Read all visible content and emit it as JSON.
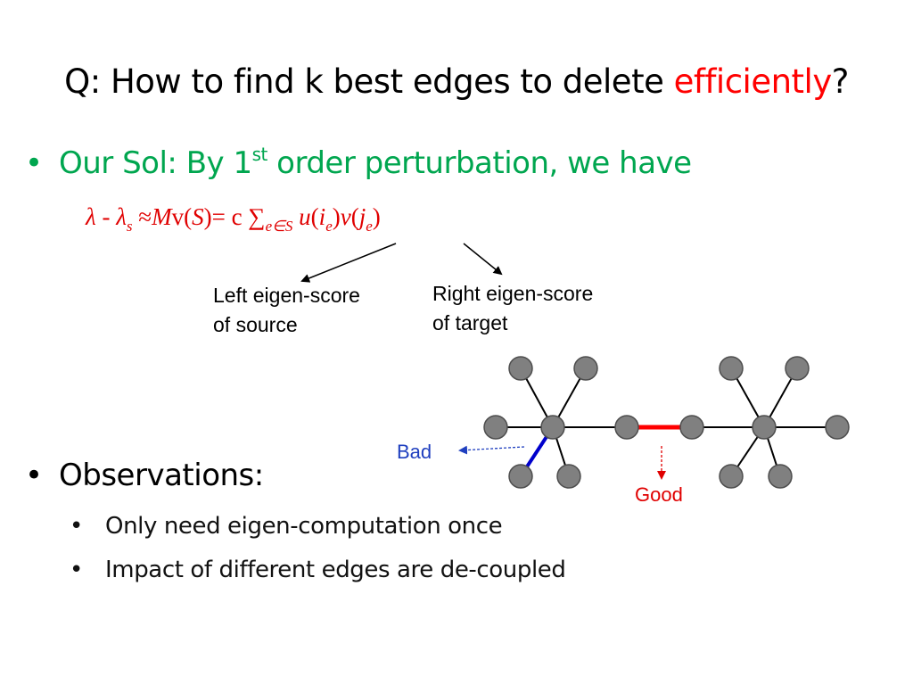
{
  "title": {
    "prefix": "Q: How to find k best edges to delete ",
    "highlight": "efficiently",
    "suffix": "?"
  },
  "bullet1": {
    "marker": "•",
    "text_a": "Our Sol: By 1",
    "sup": "st",
    "text_b": " order perturbation, we have"
  },
  "formula": {
    "lambda": "λ",
    "minus": " - ",
    "lambda_s": "λ",
    "sub_s": "s",
    "approx": " ≈",
    "M": "M",
    "v": "v(",
    "S": "S",
    "eq": ")= c ∑",
    "sum_sub": "e∈S",
    "u": " u",
    "open1": "(",
    "i": "i",
    "sub_e1": "e",
    "close1": ")",
    "v2": "v",
    "open2": "(",
    "j": "j",
    "sub_e2": "e",
    "close2": ")"
  },
  "left_label": {
    "line1": "Left eigen-score",
    "line2": "of source"
  },
  "right_label": {
    "line1": "Right eigen-score",
    "line2": "of target"
  },
  "bullet2": {
    "marker": "•",
    "text": "Observations:"
  },
  "sub_bullets": [
    {
      "marker": "•",
      "text": "Only need eigen-computation once"
    },
    {
      "marker": "•",
      "text": "Impact of different edges are de-coupled"
    }
  ],
  "graph": {
    "bad_label": "Bad",
    "good_label": "Good",
    "colors": {
      "node_fill": "#808080",
      "node_stroke": "#4d4d4d",
      "edge": "#000000",
      "bad_edge": "#0000cc",
      "good_edge": "#ff0000",
      "bad_text": "#1f3fbf",
      "good_text": "#e00000"
    }
  }
}
